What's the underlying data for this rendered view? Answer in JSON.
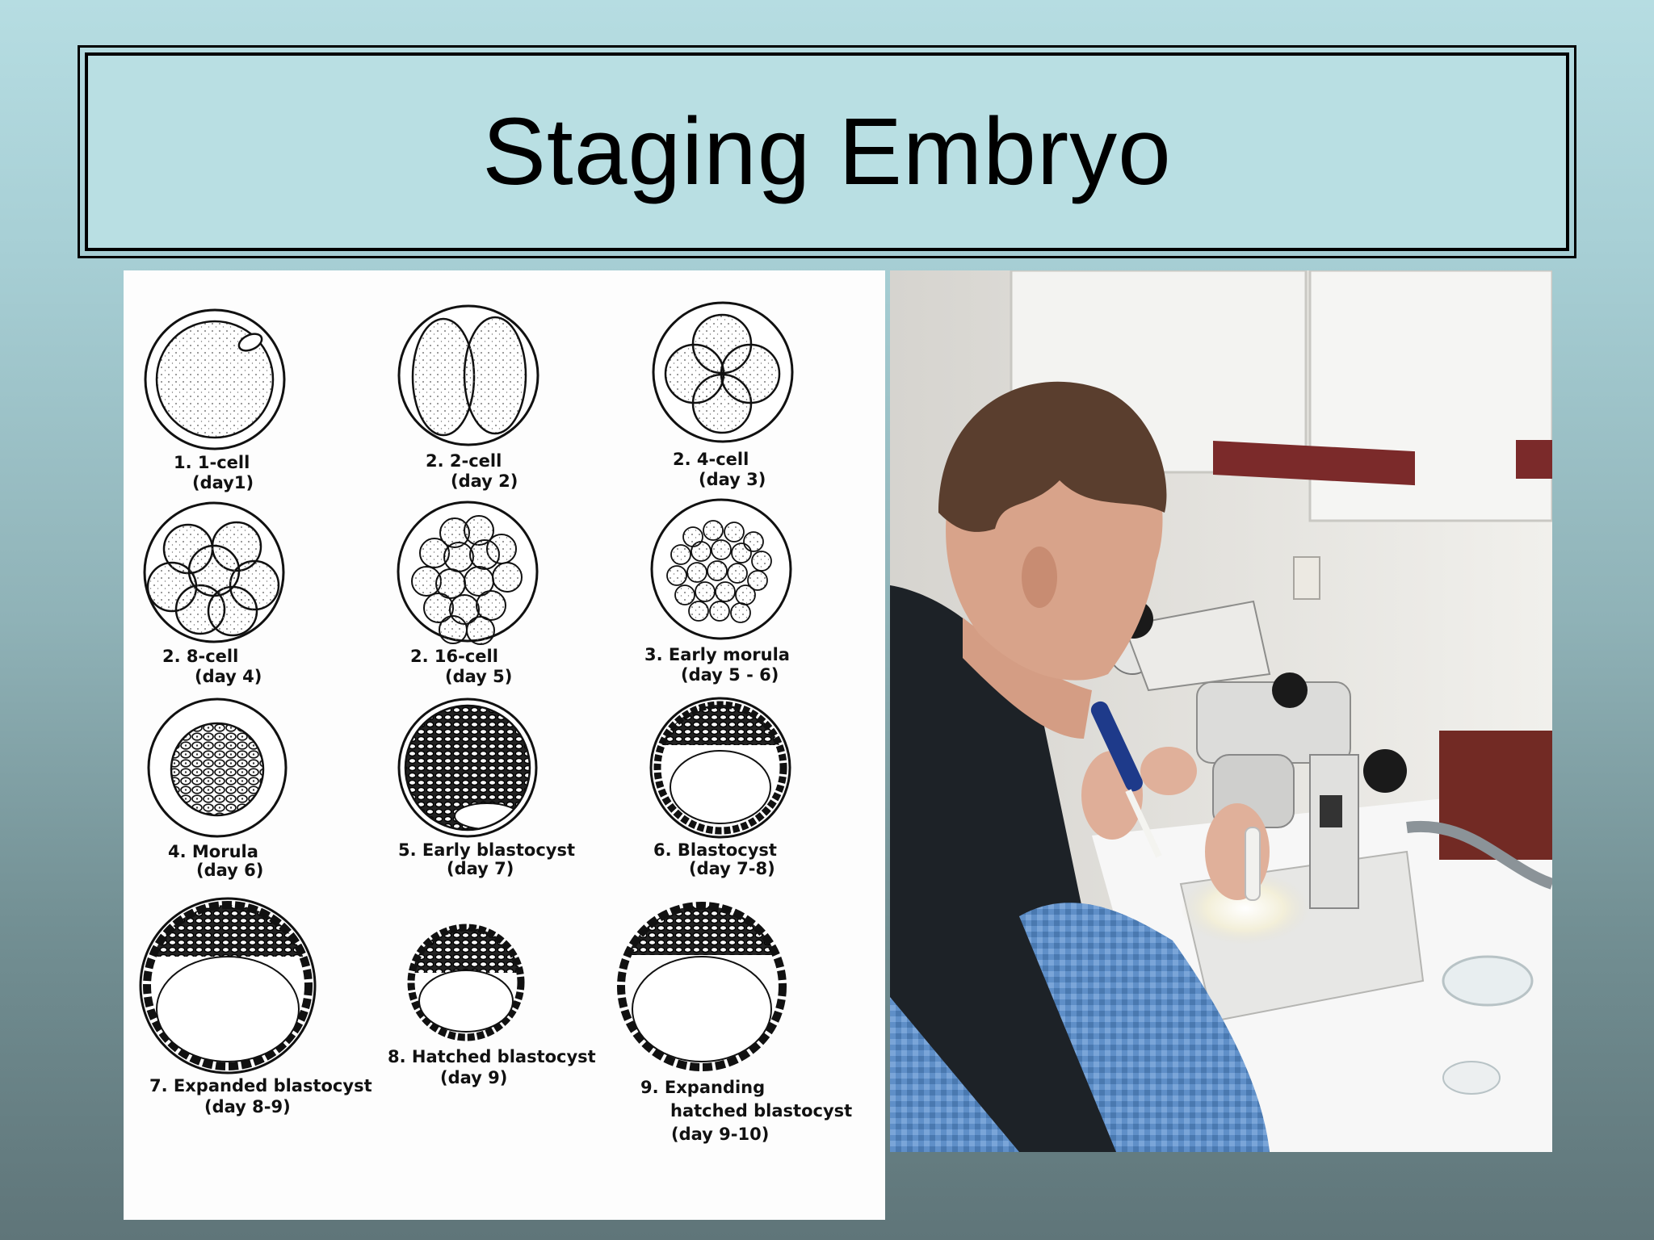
{
  "slide": {
    "title": "Staging Embryo"
  },
  "stages": [
    {
      "num": "1.",
      "name": "1-cell",
      "day": "(day1)"
    },
    {
      "num": "2.",
      "name": "2-cell",
      "day": "(day 2)"
    },
    {
      "num": "2.",
      "name": "4-cell",
      "day": "(day 3)"
    },
    {
      "num": "2.",
      "name": "8-cell",
      "day": "(day 4)"
    },
    {
      "num": "2.",
      "name": "16-cell",
      "day": "(day 5)"
    },
    {
      "num": "3.",
      "name": "Early morula",
      "day": "(day 5 - 6)"
    },
    {
      "num": "4.",
      "name": "Morula",
      "day": "(day 6)"
    },
    {
      "num": "5.",
      "name": "Early blastocyst",
      "day": "(day 7)"
    },
    {
      "num": "6.",
      "name": "Blastocyst",
      "day": "(day 7-8)"
    },
    {
      "num": "7.",
      "name": "Expanded blastocyst",
      "day": "(day 8-9)"
    },
    {
      "num": "8.",
      "name": "Hatched blastocyst",
      "day": "(day 9)"
    },
    {
      "num": "9.",
      "name": "Expanding",
      "name2": "hatched blastocyst",
      "day": "(day 9-10)"
    }
  ],
  "colors": {
    "title_fill": "#b9dfe3",
    "ink": "#111111"
  }
}
